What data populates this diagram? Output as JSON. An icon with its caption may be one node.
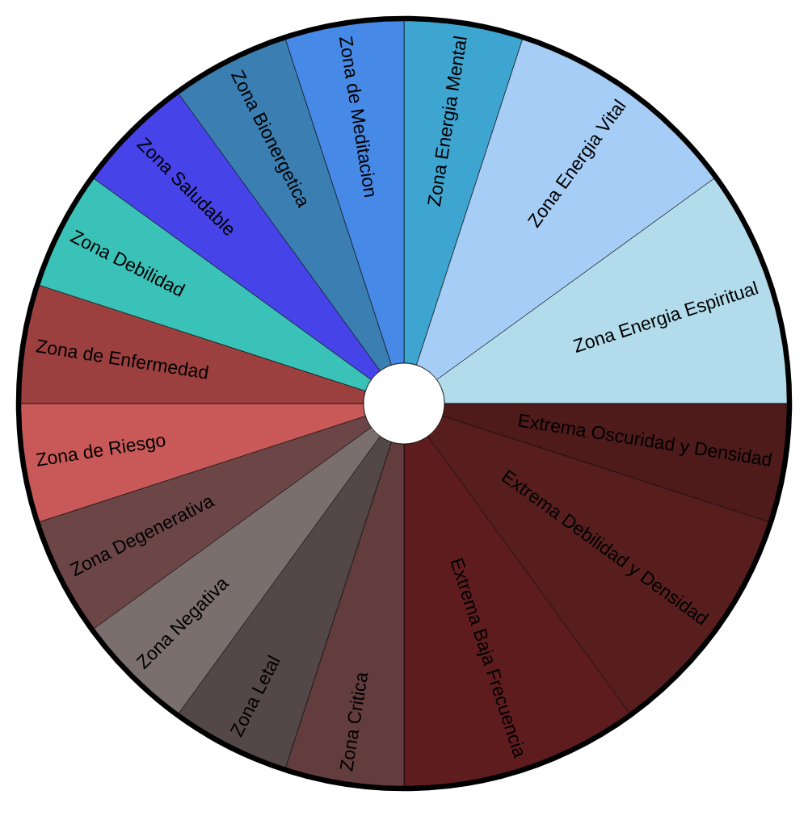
{
  "diagram": {
    "nodes": [
      {
        "text": [
          "Zona Energia Mental"
        ]
      },
      {
        "text": [
          "Zona Energia Vital"
        ]
      },
      {
        "text": [
          "Zona Energia Espiritual"
        ]
      },
      {
        "text": [
          "Extrema Oscuridad y Densidad"
        ]
      },
      {
        "text": [
          "Extrema Debilidad y Densidad"
        ]
      },
      {
        "text": [
          "Extrema Baja Frecuencia"
        ]
      },
      {
        "text": [
          "Zona Critica"
        ]
      },
      {
        "text": [
          "Zona Letal"
        ]
      },
      {
        "text": [
          "Zona Negativa"
        ]
      },
      {
        "text": [
          "Zona Degenerativa"
        ]
      },
      {
        "text": [
          "Zona de Riesgo"
        ]
      },
      {
        "text": [
          "Zona de Enfermedad"
        ]
      },
      {
        "text": [
          "Zona Debilidad"
        ]
      },
      {
        "text": [
          "Zona Saludable"
        ]
      },
      {
        "text": [
          "Zona Bionergetica"
        ]
      },
      {
        "text": [
          "Zona de Meditacion"
        ]
      }
    ]
  }
}
